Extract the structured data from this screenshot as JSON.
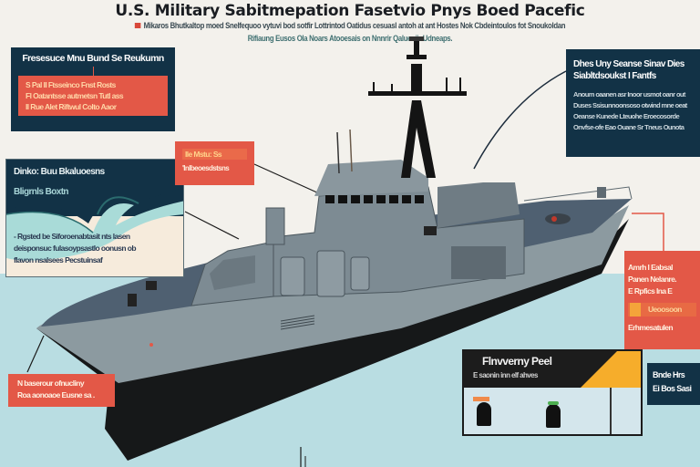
{
  "header": {
    "title": "U.S. Military Sabitmepation Fasetvio Pnys Boed Pacefic",
    "subtitle_line1": "Mikaros Bhutkaltop moed Snelfequoo vytuvi bod sotfir Lottrintod Oatidus cesuasl antoh at ant Hostes Nok Cbdeintoulos fot Snoukoldan",
    "subtitle_line2": "Rifiaung Eusos Ola Noars Atooesais on Nnnrir Qalueniir Udneaps."
  },
  "callouts": {
    "top_left": {
      "heading": "Fresesuce Mnu Bund Se Reukumn",
      "lines": [
        "S Pal II Ftsseinco Fnst Rosts",
        "Fl Oatantsse autmetsn Tutl ass",
        "Il Rue Alet Riftwul Colto Aaor"
      ]
    },
    "wave_panel": {
      "heading": "Dinko: Buu Bkaluoesns",
      "subheading": "Bligrnls Boxtn",
      "body": [
        "- Rgsted be Siforoenabtasit nts lasen",
        "deisponsuc fulasoypsastlo oonusn ob",
        "flavon nsalsees Pecstuinsaf"
      ]
    },
    "tag": {
      "line1": "Ile Mstu: Ss",
      "line2": "'Inlbeoesdstsns"
    },
    "top_right": {
      "heading_line1": "Dhes Uny Seanse Sinav Dies",
      "heading_line2": "Siabltdsoukst I Fantfs",
      "body": [
        "Anoum oaanen asr Inoor usmot oanr out",
        "Duses Ssisunnoonsoso otwind mne oeat",
        "Oeanse Kunede Lteuohe Eroecosorde",
        "Onvfse-ofe Eao Ouane Sr Tneus Ounota"
      ]
    },
    "right_red": {
      "lines": [
        "Amrh I Eabsal",
        "Panen Nelanre.",
        "E Rpfics Ina E"
      ],
      "bar": "Ueoosoon",
      "footer": "Erhmesatulen"
    },
    "right_navy": {
      "lines": [
        "Bnde Hrs",
        "Ei Bos Sasi"
      ]
    },
    "bottom_left": {
      "lines": [
        "N baserour ofnucliny",
        "Roa aonoaoe Eusne sa ."
      ]
    },
    "bottom_panel": {
      "title": "Flnvverny Peel",
      "subtitle": "E saonin inn elf ahves"
    }
  },
  "colors": {
    "background": "#f3f1ec",
    "sea": "#b9dde2",
    "navy": "#123246",
    "accent_red": "#e35847",
    "accent_orange": "#f6ad2b",
    "hull_black": "#161819",
    "hull_grey": "#8c9aa0",
    "deck_blue": "#4f6071",
    "superstructure": "#7d8b93"
  }
}
